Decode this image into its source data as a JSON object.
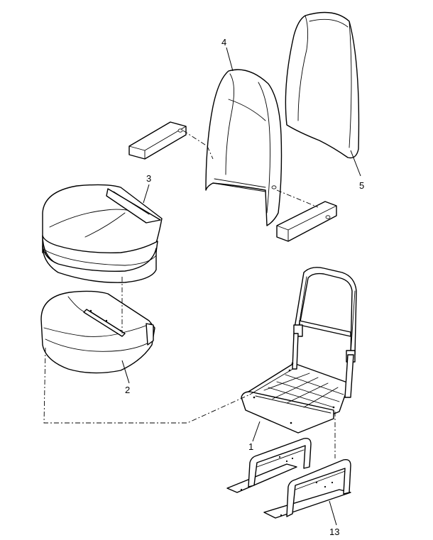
{
  "callouts": {
    "frame": "1",
    "seat_cushion": "2",
    "seat_cover": "3",
    "back_cover": "4",
    "back_cushion": "5",
    "mount_brackets": "13"
  },
  "colors": {
    "line": "#000000",
    "background": "#ffffff"
  }
}
